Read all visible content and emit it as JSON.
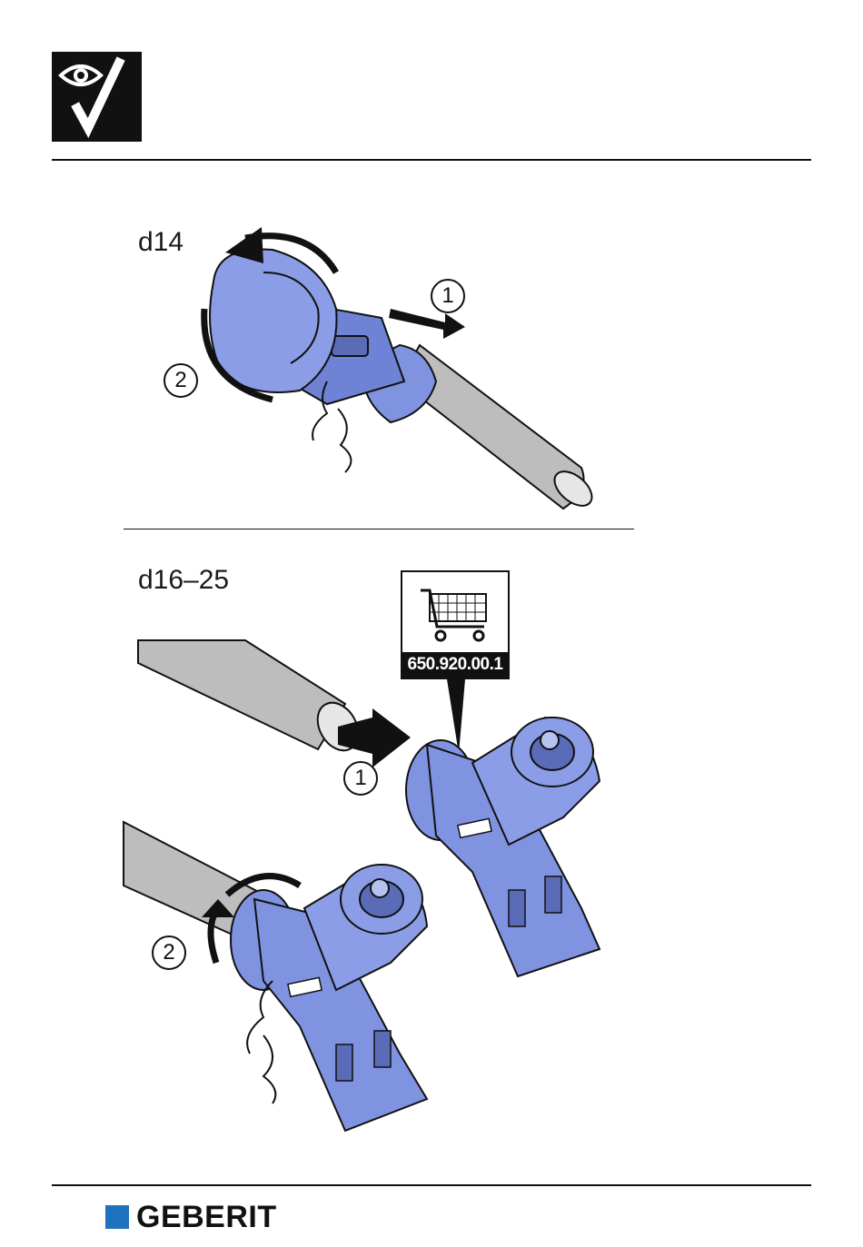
{
  "header": {
    "icon": "eye-check-icon"
  },
  "section1": {
    "label": "d14",
    "steps": [
      "1",
      "2"
    ]
  },
  "section2": {
    "label": "d16–25",
    "steps": [
      "1",
      "2"
    ],
    "article": {
      "icon": "shopping-cart-icon",
      "number": "650.920.00.1"
    }
  },
  "footer": {
    "logo_text": "GEBERIT",
    "logo_color": "#1e73be"
  },
  "colors": {
    "fitting_blue": "#7f93e0",
    "pipe_gray": "#bdbdbd",
    "ink": "#111111"
  }
}
